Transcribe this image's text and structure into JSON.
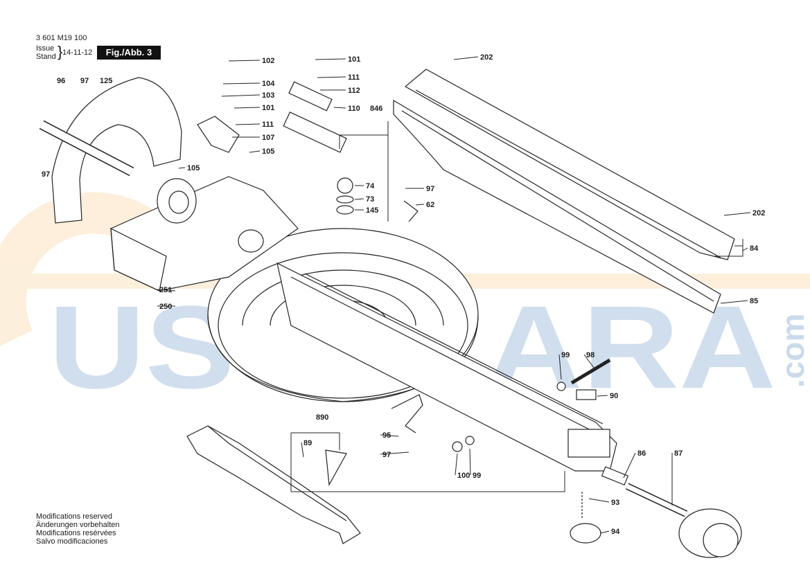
{
  "header": {
    "part_code": "3 601 M19 100",
    "issue_label": "Issue",
    "stand_label": "Stand",
    "date": "14-11-12",
    "figure_label": "Fig./Abb. 3"
  },
  "footer_notes": [
    "Modifications reserved",
    "Änderungen vorbehalten",
    "Modifications resérvées",
    "Salvo modificaciones"
  ],
  "watermark": {
    "text": "USTALARA",
    "suffix": ".com",
    "color": "#2f6fb3",
    "accent": "#f2a93b"
  },
  "part_labels": [
    "102",
    "104",
    "103",
    "101",
    "111",
    "107",
    "105",
    "105",
    "101",
    "111",
    "112",
    "110",
    "846",
    "74",
    "73",
    "145",
    "97",
    "62",
    "202",
    "202",
    "84",
    "85",
    "96",
    "97",
    "125",
    "97",
    "251",
    "250",
    "99",
    "98",
    "90",
    "890",
    "89",
    "95",
    "97",
    "100",
    "99",
    "86",
    "87",
    "93",
    "94"
  ],
  "icons": [
    "callout-leader-line",
    "bolt",
    "washer",
    "nut",
    "spring",
    "knob"
  ]
}
